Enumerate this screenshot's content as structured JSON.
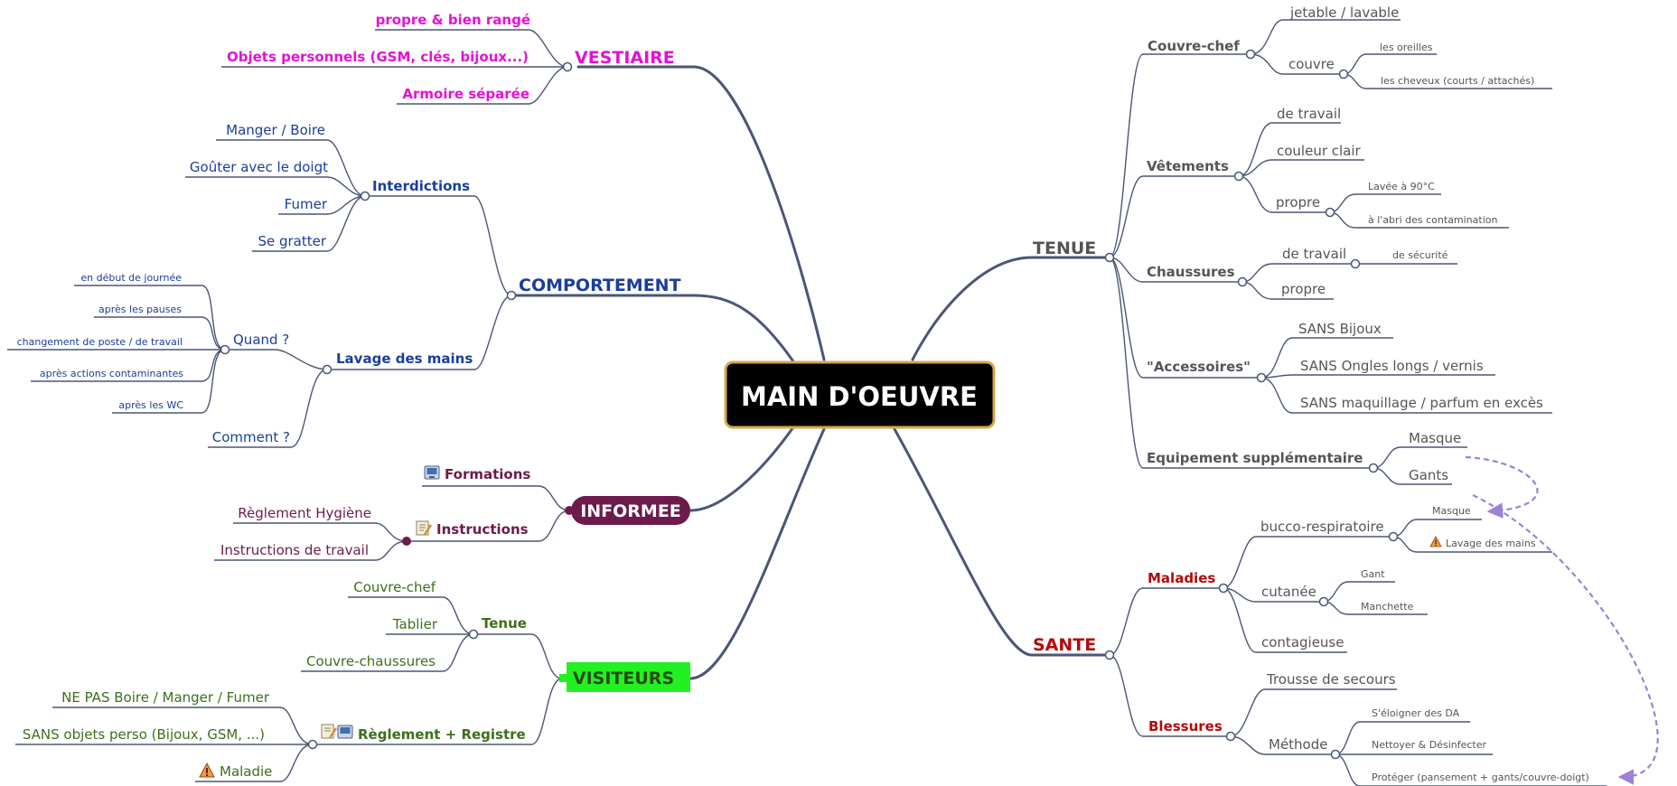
{
  "root": {
    "label": "MAIN D'OEUVRE"
  },
  "colors": {
    "vestiaire": "#e312d6",
    "comportement": "#1a3e9c",
    "informee": "#6d1b4d",
    "visiteurs": "#3e6e1e",
    "visiteurs_fill": "#22f022",
    "tenue": "#555555",
    "sante": "#b40a0a",
    "line": "#4b5677",
    "dashed": "#9b82d8"
  },
  "branches": {
    "vestiaire": {
      "label": "VESTIAIRE",
      "items": [
        "propre & bien rangé",
        "Objets personnels (GSM, clés, bijoux...)",
        "Armoire séparée"
      ]
    },
    "comportement": {
      "label": "COMPORTEMENT",
      "interdictions": {
        "label": "Interdictions",
        "items": [
          "Manger / Boire",
          "Goûter avec le doigt",
          "Fumer",
          "Se gratter"
        ]
      },
      "lavage": {
        "label": "Lavage des mains",
        "quand": {
          "label": "Quand ?",
          "items": [
            "en début de journée",
            "après les pauses",
            "changement de poste / de travail",
            "après actions contaminantes",
            "après les WC"
          ]
        },
        "comment": "Comment ?"
      }
    },
    "informee": {
      "label": "INFORMEE",
      "formations": "Formations",
      "instructions": {
        "label": "Instructions",
        "items": [
          "Règlement Hygiène",
          "Instructions de travail"
        ]
      }
    },
    "visiteurs": {
      "label": "VISITEURS",
      "tenue": {
        "label": "Tenue",
        "items": [
          "Couvre-chef",
          "Tablier",
          "Couvre-chaussures"
        ]
      },
      "reglement": {
        "label": "Règlement + Registre",
        "items": [
          "NE PAS Boire / Manger / Fumer",
          "SANS objets perso (Bijoux, GSM, ...)",
          "Maladie"
        ]
      }
    },
    "tenue": {
      "label": "TENUE",
      "couvre_chef": {
        "label": "Couvre-chef",
        "jetable": "jetable / lavable",
        "couvre": {
          "label": "couvre",
          "items": [
            "les oreilles",
            "les cheveux (courts / attachés)"
          ]
        }
      },
      "vetements": {
        "label": "Vêtements",
        "travail": "de travail",
        "couleur": "couleur clair",
        "propre": {
          "label": "propre",
          "items": [
            "Lavée à 90°C",
            "à l'abri des contamination"
          ]
        }
      },
      "chaussures": {
        "label": "Chaussures",
        "travail": {
          "label": "de travail",
          "item": "de sécurité"
        },
        "propre": "propre"
      },
      "accessoires": {
        "label": "\"Accessoires\"",
        "items": [
          "SANS Bijoux",
          "SANS Ongles longs / vernis",
          "SANS maquillage / parfum en excès"
        ]
      },
      "equipement": {
        "label": "Equipement supplémentaire",
        "items": [
          "Masque",
          "Gants"
        ]
      }
    },
    "sante": {
      "label": "SANTE",
      "maladies": {
        "label": "Maladies",
        "bucco": {
          "label": "bucco-respiratoire",
          "items": [
            "Masque",
            "Lavage des mains"
          ]
        },
        "cutanee": {
          "label": "cutanée",
          "items": [
            "Gant",
            "Manchette"
          ]
        },
        "contagieuse": "contagieuse"
      },
      "blessures": {
        "label": "Blessures",
        "trousse": "Trousse de secours",
        "methode": {
          "label": "Méthode",
          "items": [
            "S'éloigner des DA",
            "Nettoyer & Désinfecter",
            "Protéger (pansement + gants/couvre-doigt)"
          ]
        }
      }
    }
  },
  "icons": {
    "formations": "computer-icon",
    "instructions": "note-icon",
    "reglement": "note-computer-icon",
    "maladie": "warning-icon",
    "lavage": "warning-icon"
  }
}
